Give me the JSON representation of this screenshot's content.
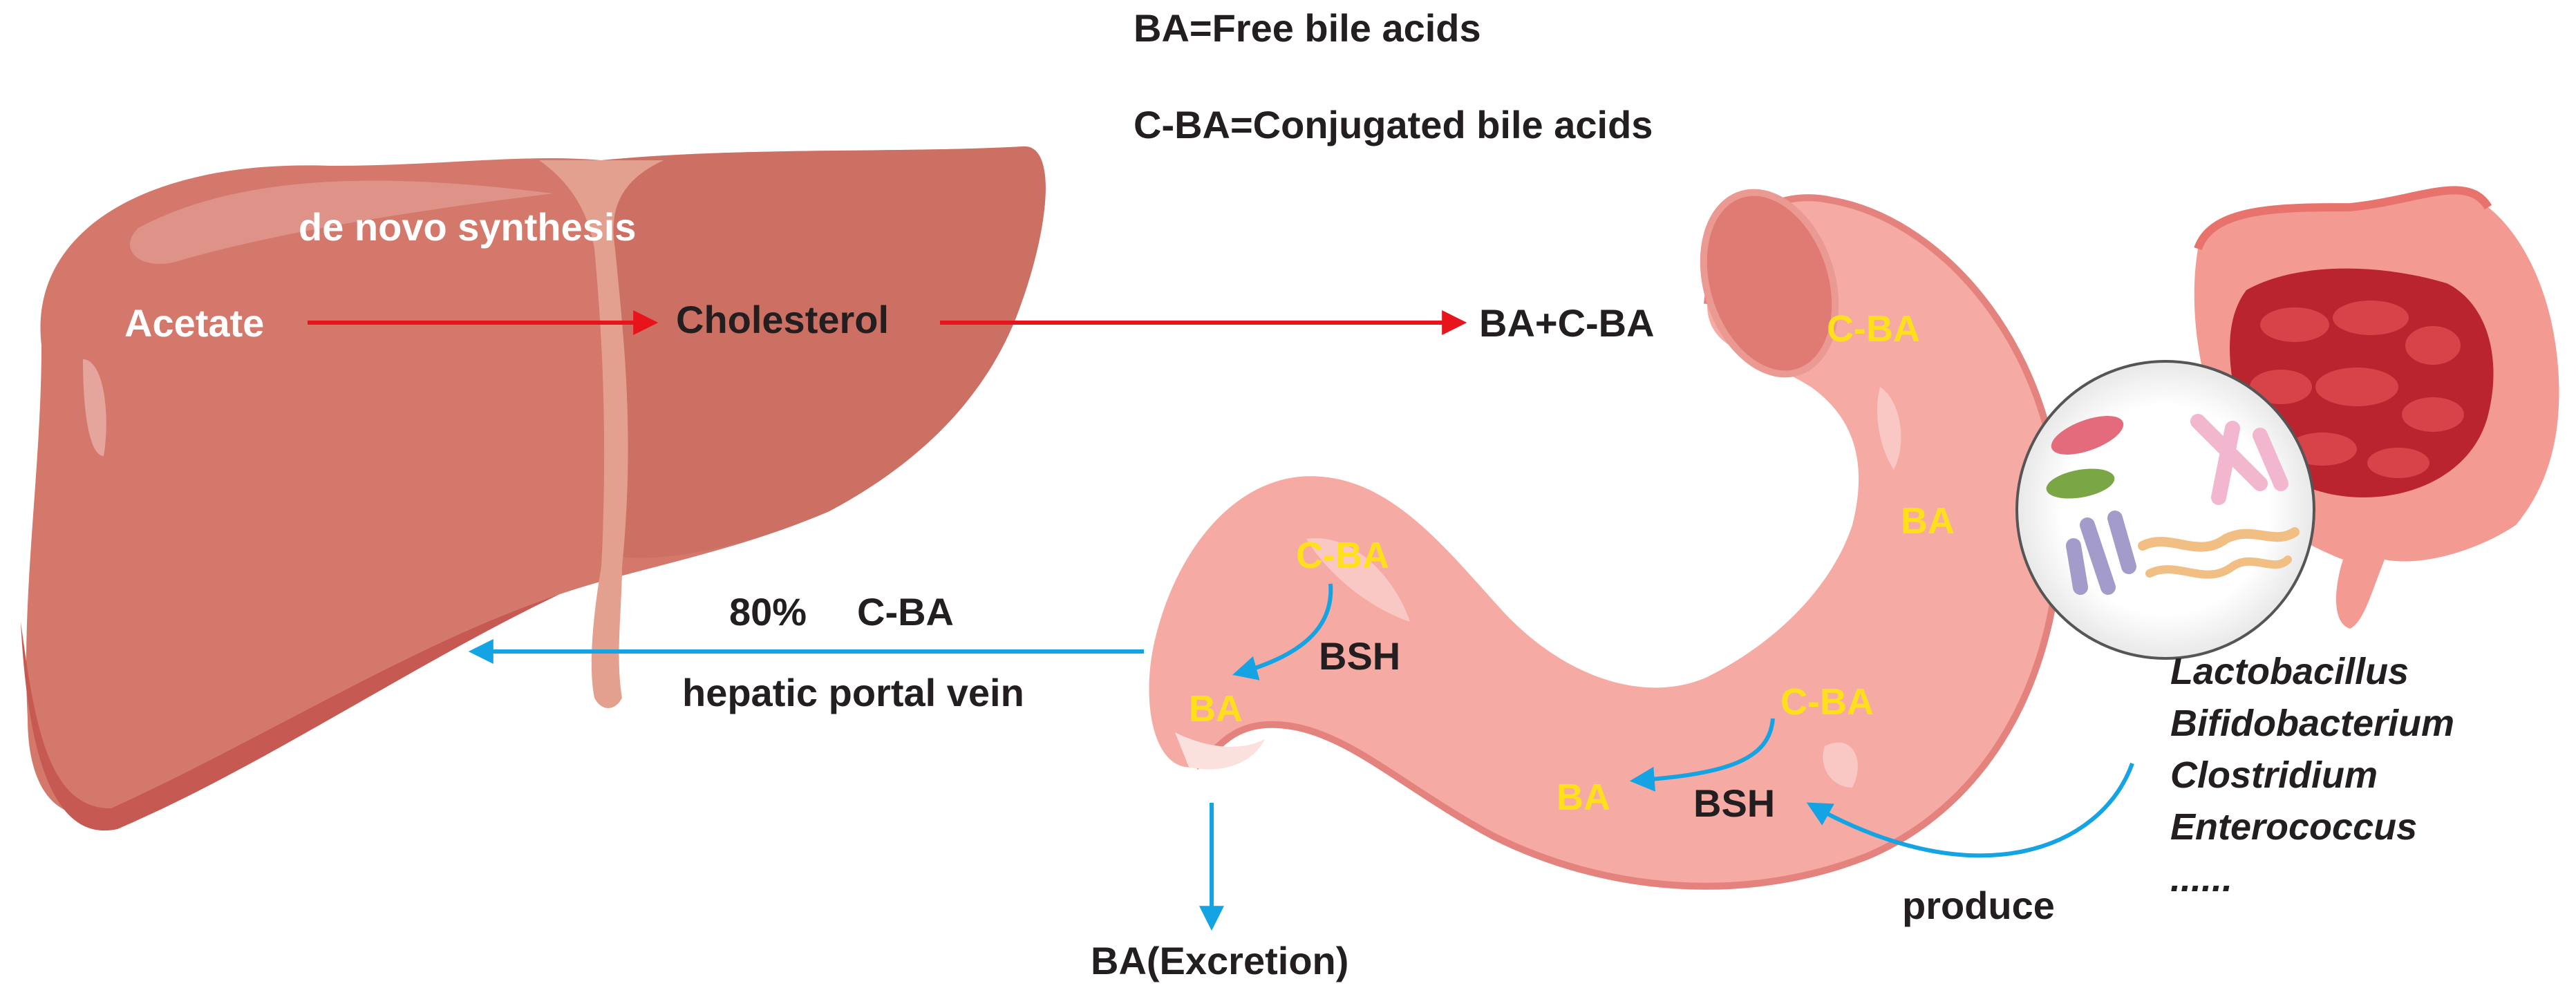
{
  "legend": {
    "ba_definition": "BA=Free bile acids",
    "cba_definition": "C-BA=Conjugated bile acids"
  },
  "liver": {
    "synthesis_label": "de novo synthesis",
    "acetate_label": "Acetate",
    "cholesterol_label": "Cholesterol"
  },
  "flow": {
    "output_label": "BA+C-BA",
    "portal_percent": "80%",
    "portal_cba": "C-BA",
    "portal_vein_label": "hepatic portal vein",
    "excretion_label": "BA(Excretion)",
    "produce_label": "produce"
  },
  "intestine": {
    "cba_top": "C-BA",
    "ba_mid": "BA",
    "cba_lower_right": "C-BA",
    "ba_lower_right": "BA",
    "bsh_lower_right": "BSH",
    "cba_left": "C-BA",
    "ba_left": "BA",
    "bsh_left": "BSH"
  },
  "bacteria": {
    "genera": [
      "Lactobacillus",
      "Bifidobacterium",
      "Clostridium",
      "Enterococcus",
      "......"
    ]
  },
  "colors": {
    "red_arrow": "#e8141b",
    "blue_arrow": "#14a3e3",
    "liver_fill": "#d3786b",
    "intestine_fill": "#f6aaa4",
    "label_yellow": "#ffe01b"
  }
}
